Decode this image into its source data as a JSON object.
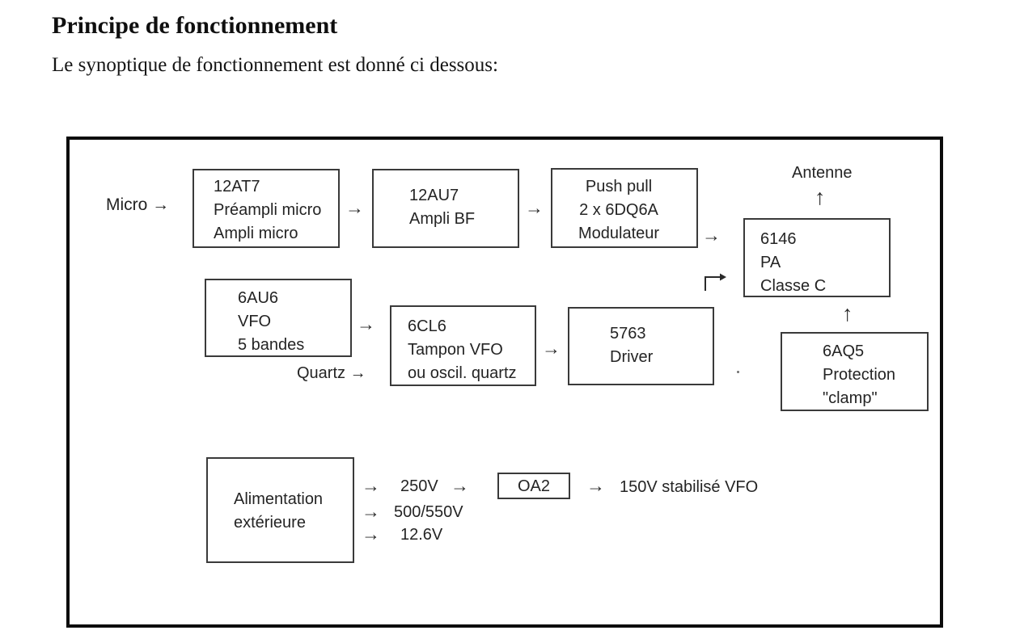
{
  "document": {
    "title": "Principe de fonctionnement",
    "subtitle": "Le synoptique de fonctionnement est donné ci dessous:"
  },
  "diagram": {
    "labels": {
      "micro": "Micro →",
      "antenne": "Antenne",
      "quartz": "Quartz →"
    },
    "blocks": {
      "preampli": {
        "l1": "12AT7",
        "l2": "Préampli micro",
        "l3": "Ampli micro"
      },
      "ampli_bf": {
        "l1": "12AU7",
        "l2": "Ampli BF"
      },
      "modulateur": {
        "l1": "Push pull",
        "l2": "2 x 6DQ6A",
        "l3": "Modulateur"
      },
      "pa": {
        "l1": "6146",
        "l2": "PA",
        "l3": "Classe C"
      },
      "vfo": {
        "l1": "6AU6",
        "l2": "VFO",
        "l3": "5 bandes"
      },
      "tampon": {
        "l1": "6CL6",
        "l2": "Tampon VFO",
        "l3": "ou oscil. quartz"
      },
      "driver": {
        "l1": "5763",
        "l2": "Driver"
      },
      "protection": {
        "l1": "6AQ5",
        "l2": "Protection",
        "l3": "\"clamp\""
      },
      "alimentation": {
        "l1": "Alimentation",
        "l2": "extérieure"
      },
      "oa2": {
        "l1": "OA2"
      }
    },
    "power": {
      "v250": "250V",
      "v500": "500/550V",
      "v126": "12.6V",
      "v150": "150V stabilisé VFO"
    },
    "icons": {
      "arrow_right": "→",
      "arrow_up": "↑"
    },
    "colors": {
      "frame_border": "#0c0c0c",
      "block_border": "#3a3a3a",
      "text": "#242424"
    }
  }
}
